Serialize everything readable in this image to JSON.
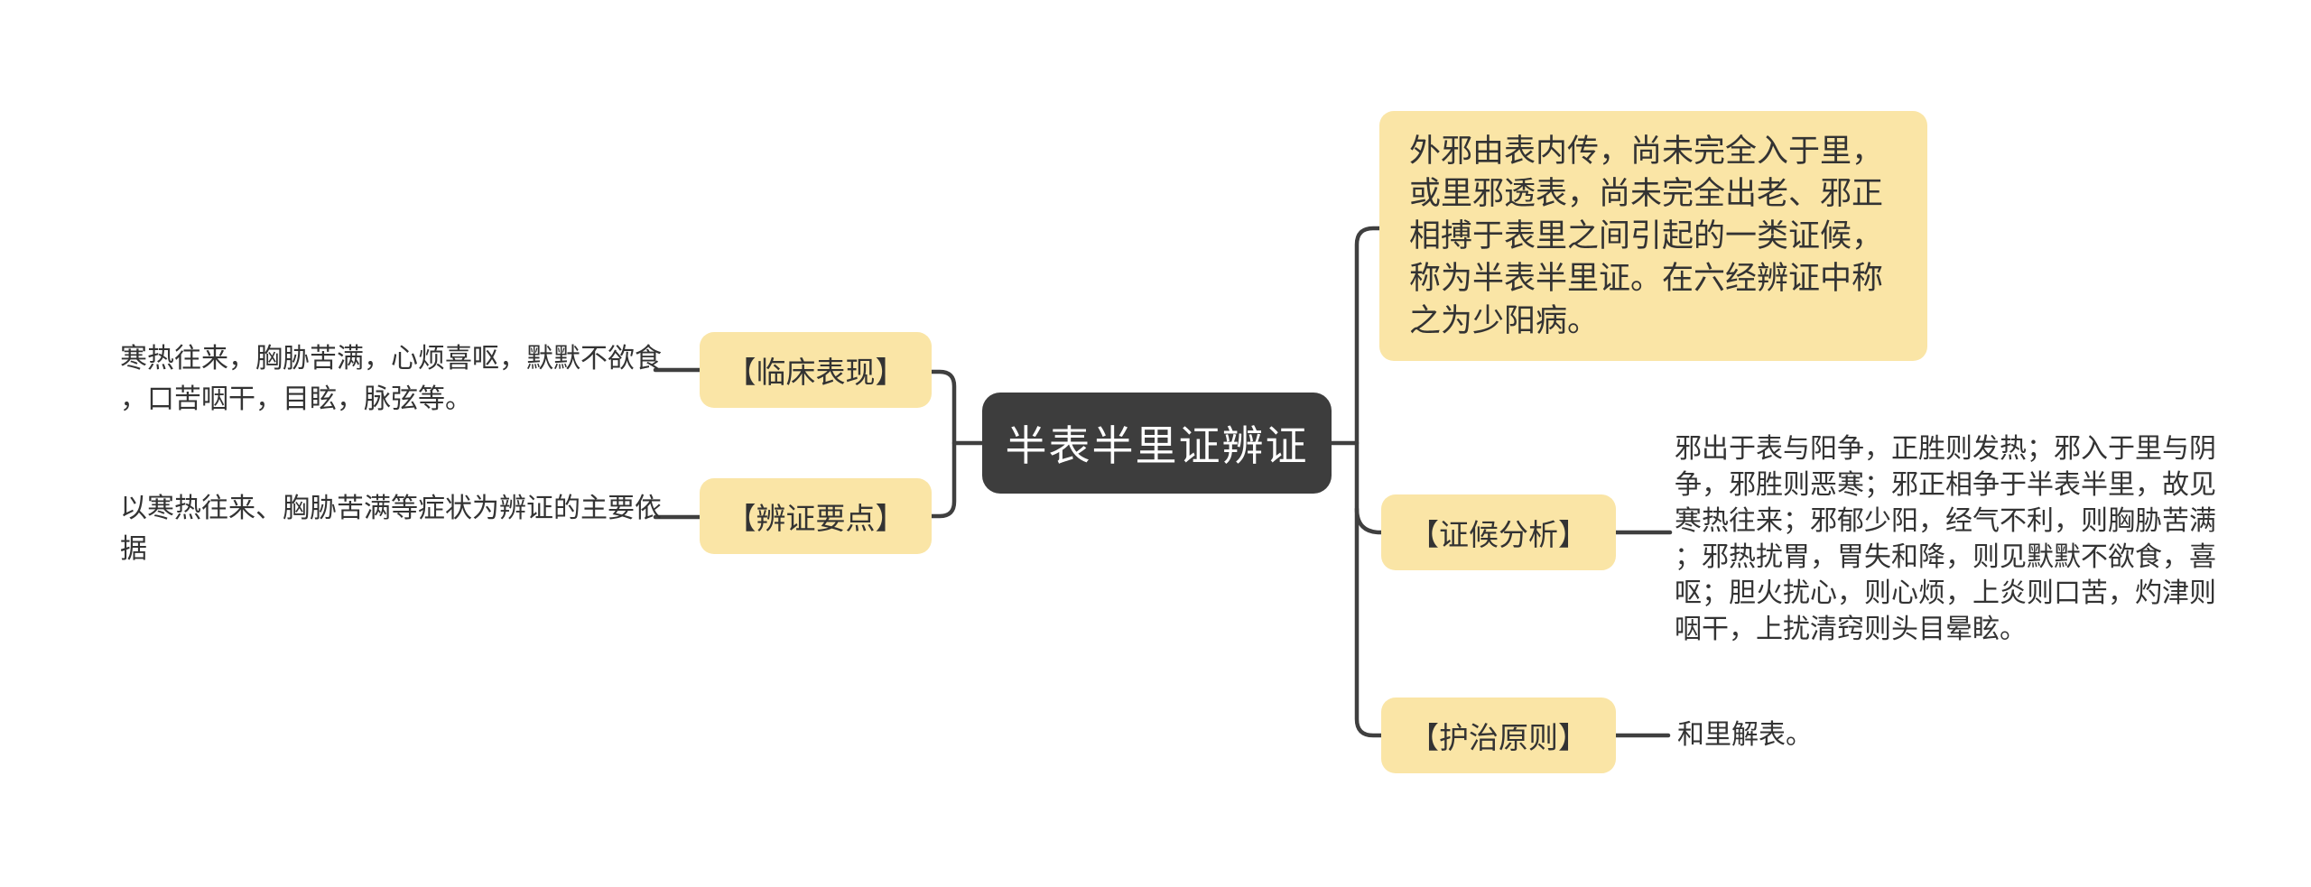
{
  "root": {
    "label": "半表半里证辨证"
  },
  "left_branches": [
    {
      "label": "【临床表现】",
      "note": "寒热往来，胸胁苦满，心烦喜呕，默默不欲食，口苦咽干，目眩，脉弦等。"
    },
    {
      "label": "【辨证要点】",
      "note": "以寒热往来、胸胁苦满等症状为辨证的主要依据"
    }
  ],
  "right_branches": [
    {
      "type": "highlight-note",
      "note": "外邪由表内传，尚未完全入于里，或里邪透表，尚未完全出老、邪正相搏于表里之间引起的一类证候，称为半表半里证。在六经辨证中称之为少阳病。"
    },
    {
      "label": "【证候分析】",
      "note": "邪出于表与阳争，正胜则发热；邪入于里与阴争，邪胜则恶寒；邪正相争于半表半里，故见寒热往来；邪郁少阳，经气不利，则胸胁苦满；邪热扰胃，胃失和降，则见默默不欲食，喜呕；胆火扰心，则心烦，上炎则口苦，灼津则咽干，上扰清窍则头目晕眩。"
    },
    {
      "label": "【护治原则】",
      "note": "和里解表。"
    }
  ],
  "colors": {
    "branch_fill": "#fae5a6",
    "root_fill": "#3d3d3d",
    "root_text": "#ffffff",
    "text": "#333333",
    "connector": "#3f3f3f",
    "background": "#ffffff"
  }
}
